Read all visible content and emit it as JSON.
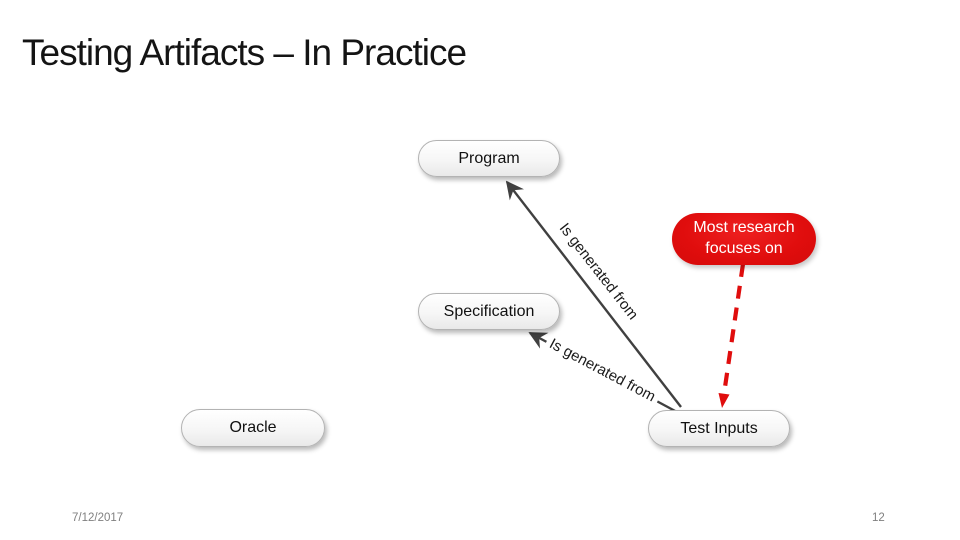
{
  "slide": {
    "title": "Testing Artifacts – In Practice",
    "footer": {
      "date": "7/12/2017",
      "page_number": "12"
    }
  },
  "diagram": {
    "nodes": [
      {
        "id": "program",
        "label": "Program"
      },
      {
        "id": "specification",
        "label": "Specification"
      },
      {
        "id": "oracle",
        "label": "Oracle"
      },
      {
        "id": "test-inputs",
        "label": "Test Inputs"
      }
    ],
    "callout": {
      "line1": "Most research",
      "line2": "focuses on",
      "fill_color": "#e00d0d",
      "text_color": "#ffffff"
    },
    "edges": [
      {
        "from": "test-inputs",
        "to": "program",
        "label": "Is generated from",
        "style": "solid-gray"
      },
      {
        "from": "test-inputs",
        "to": "specification",
        "label": "Is generated from",
        "style": "solid-gray"
      },
      {
        "from": "callout",
        "to": "test-inputs",
        "label": "",
        "style": "dashed-red"
      }
    ],
    "colors": {
      "arrow_gray": "#404040",
      "node_border": "#b3b3b3",
      "callout_red": "#e00d0d"
    }
  }
}
